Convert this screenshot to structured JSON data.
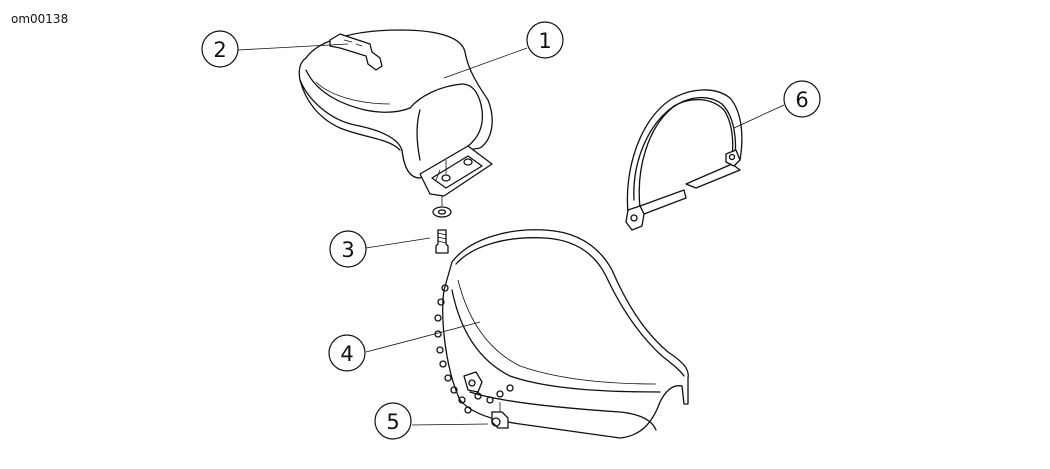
{
  "figure_id": "om00138",
  "callouts": [
    {
      "number": "1",
      "part": "passenger backrest pad"
    },
    {
      "number": "2",
      "part": "bracket"
    },
    {
      "number": "3",
      "part": "screw"
    },
    {
      "number": "4",
      "part": "seat"
    },
    {
      "number": "5",
      "part": "nut"
    },
    {
      "number": "6",
      "part": "mounting strap"
    }
  ]
}
